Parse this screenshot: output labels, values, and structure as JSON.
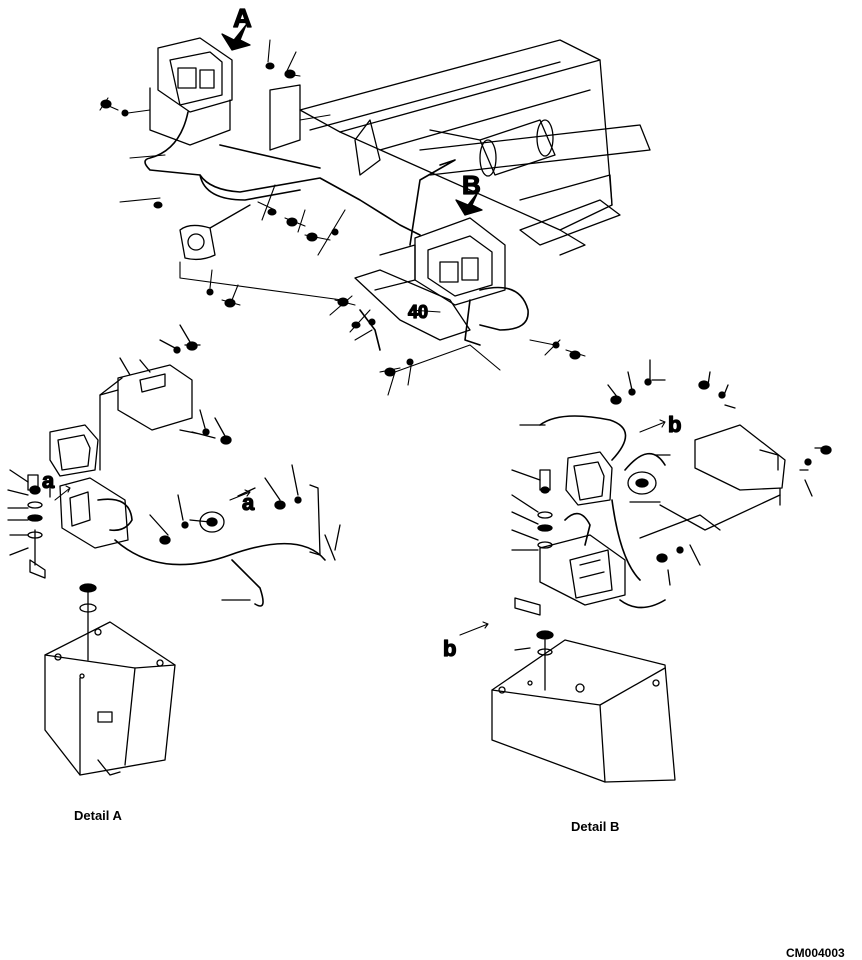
{
  "callouts": {
    "view_a": "A",
    "view_b": "B",
    "ref_40": "40",
    "connect_a_1": "a",
    "connect_a_2": "a",
    "connect_b_1": "b",
    "connect_b_2": "b"
  },
  "captions": {
    "detail_a": "Detail A",
    "detail_b": "Detail B"
  },
  "drawing_code": "CM004003"
}
